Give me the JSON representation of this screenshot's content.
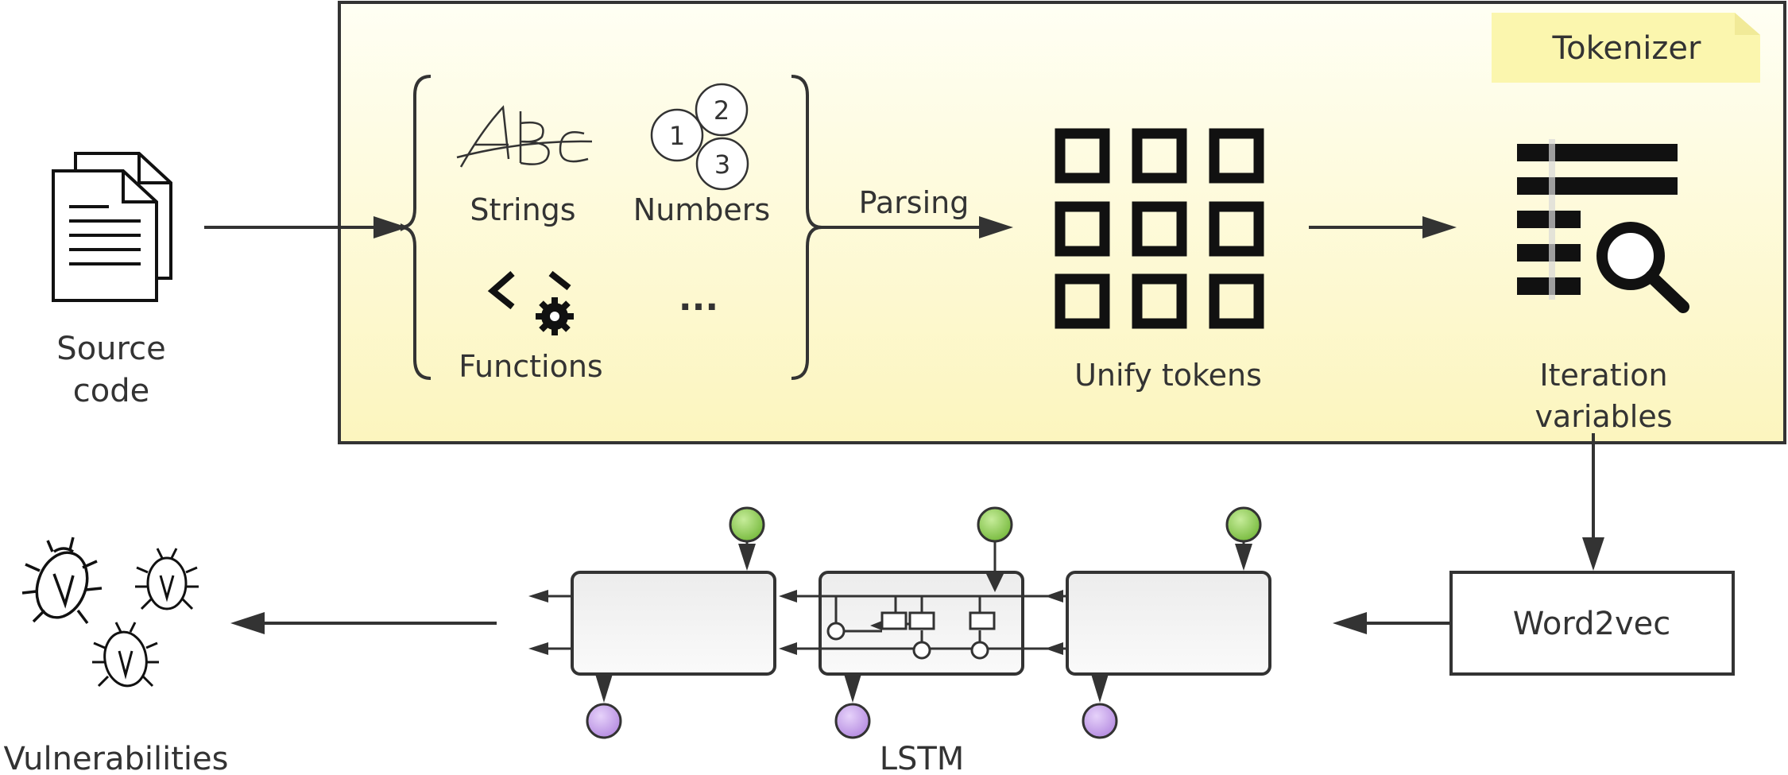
{
  "source": {
    "label_line1": "Source",
    "label_line2": "code"
  },
  "tokenizer": {
    "title": "Tokenizer",
    "strings_label": "Strings",
    "numbers_label": "Numbers",
    "functions_label": "Functions",
    "ellipsis": "...",
    "number_glyphs": [
      "1",
      "2",
      "3"
    ],
    "parsing_label": "Parsing",
    "unify_label": "Unify tokens",
    "iteration_line1": "Iteration",
    "iteration_line2": "variables"
  },
  "word2vec": {
    "label": "Word2vec"
  },
  "lstm": {
    "label": "LSTM"
  },
  "output": {
    "label": "Vulnerabilities"
  },
  "colors": {
    "tokenizer_fill_top": "#fffff0",
    "tokenizer_fill_bottom": "#fdf6c1",
    "tag_fill": "#fbf6b0",
    "green_node": "#8fcf4a",
    "purple_node": "#c9a2ec",
    "stroke": "#333333"
  }
}
